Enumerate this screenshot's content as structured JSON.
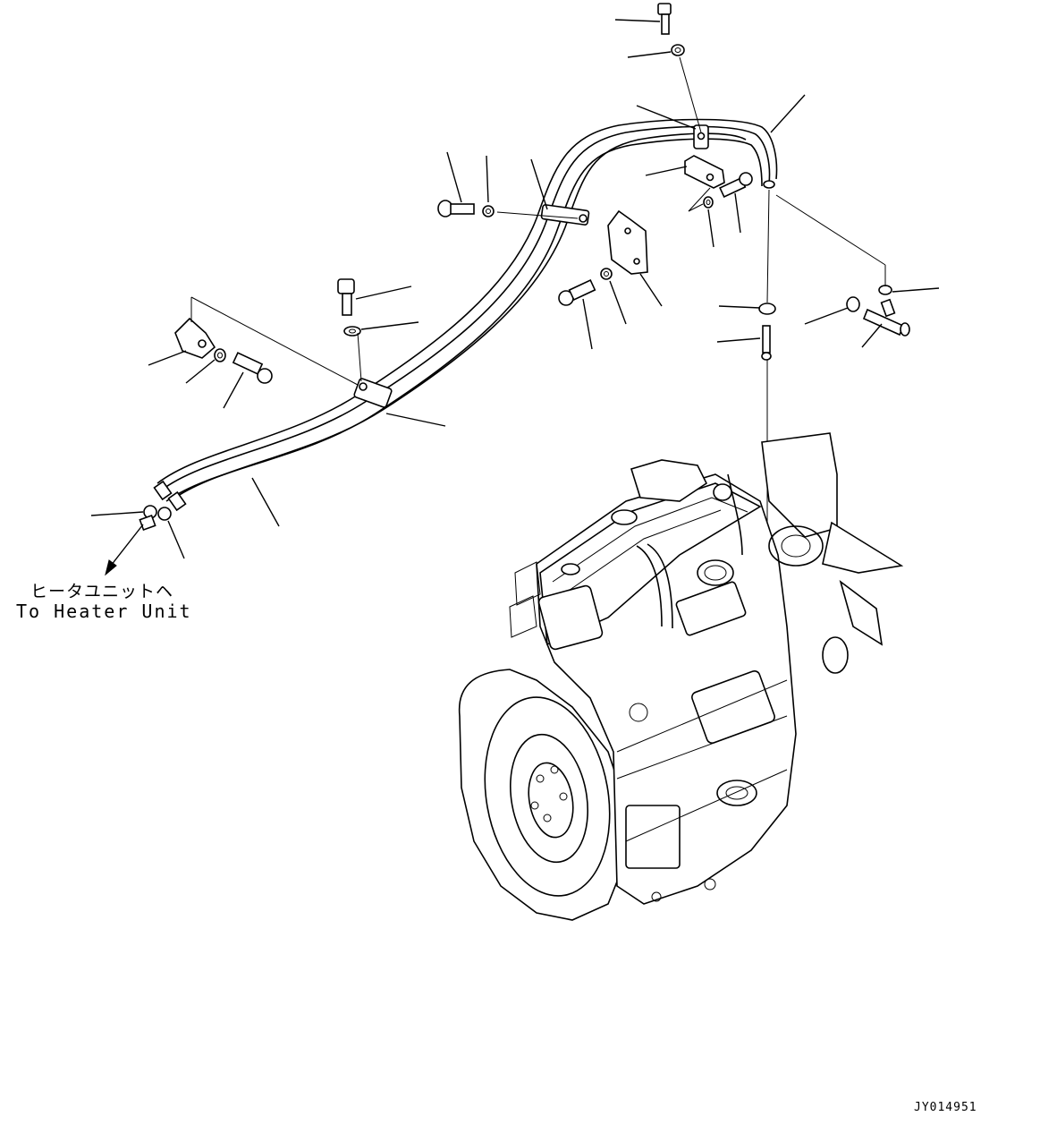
{
  "diagram": {
    "callout_text_jp": "ヒータユニットヘ",
    "callout_text_en": "To Heater Unit",
    "drawing_code": "JY014951"
  },
  "colors": {
    "line": "#000000",
    "background": "#ffffff"
  },
  "icons": [
    "engine-assembly",
    "heater-hose",
    "hose-clamp",
    "bolt",
    "washer",
    "bracket",
    "arrow-leader"
  ]
}
